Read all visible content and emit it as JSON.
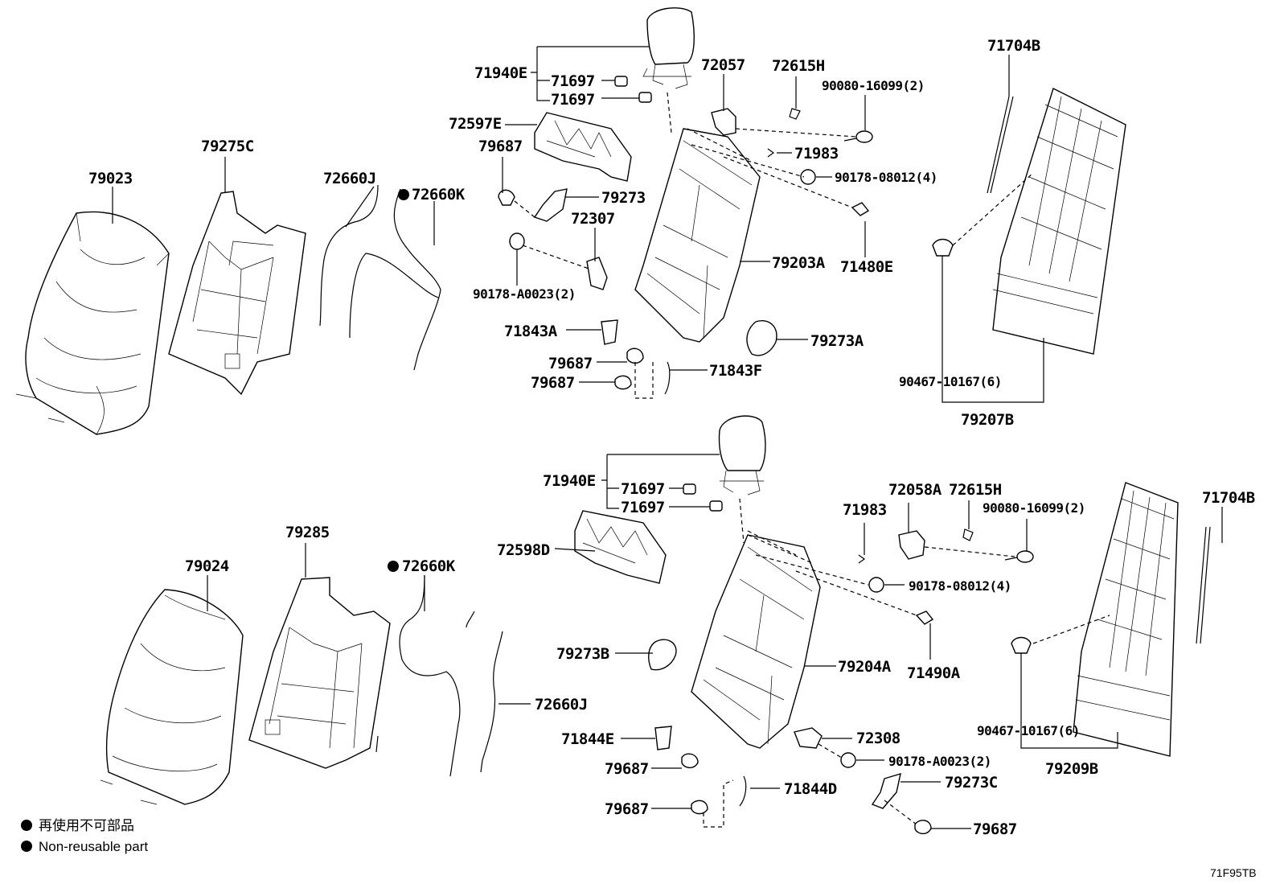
{
  "labels": {
    "p71940E_a": "71940E",
    "p71697_a1": "71697",
    "p71697_a2": "71697",
    "p72057": "72057",
    "p72615H_a": "72615H",
    "p90080_a": "90080-16099(2)",
    "p71704B_a": "71704B",
    "p72597E": "72597E",
    "p79687_a": "79687",
    "p79275C": "79275C",
    "p79023": "79023",
    "p72660J_a": "72660J",
    "p72660K_a": "72660K",
    "p79273": "79273",
    "p71983_a": "71983",
    "p90178_08012_a": "90178-08012(4)",
    "p72307": "72307",
    "p79203A": "79203A",
    "p71480E": "71480E",
    "p90178_A0023_a": "90178-A0023(2)",
    "p71843A": "71843A",
    "p79273A": "79273A",
    "p79687_b": "79687",
    "p79687_c": "79687",
    "p71843F": "71843F",
    "p90467_a": "90467-10167(6)",
    "p79207B": "79207B",
    "p71940E_b": "71940E",
    "p71697_b1": "71697",
    "p71697_b2": "71697",
    "p72058A": "72058A",
    "p72615H_b": "72615H",
    "p90080_b": "90080-16099(2)",
    "p71704B_b": "71704B",
    "p71983_b": "71983",
    "p72598D": "72598D",
    "p79285": "79285",
    "p79024": "79024",
    "p72660K_b": "72660K",
    "p90178_08012_b": "90178-08012(4)",
    "p71490A": "71490A",
    "p79273B": "79273B",
    "p79204A": "79204A",
    "p72660J_b": "72660J",
    "p90467_b": "90467-10167(6)",
    "p79209B": "79209B",
    "p71844E": "71844E",
    "p72308": "72308",
    "p90178_A0023_b": "90178-A0023(2)",
    "p79687_d": "79687",
    "p71844D": "71844D",
    "p79273C": "79273C",
    "p79687_e": "79687",
    "p79687_f": "79687"
  },
  "legend": {
    "line1": "再使用不可部品",
    "line2": "Non-reusable part"
  },
  "reference_code": "71F95TB"
}
